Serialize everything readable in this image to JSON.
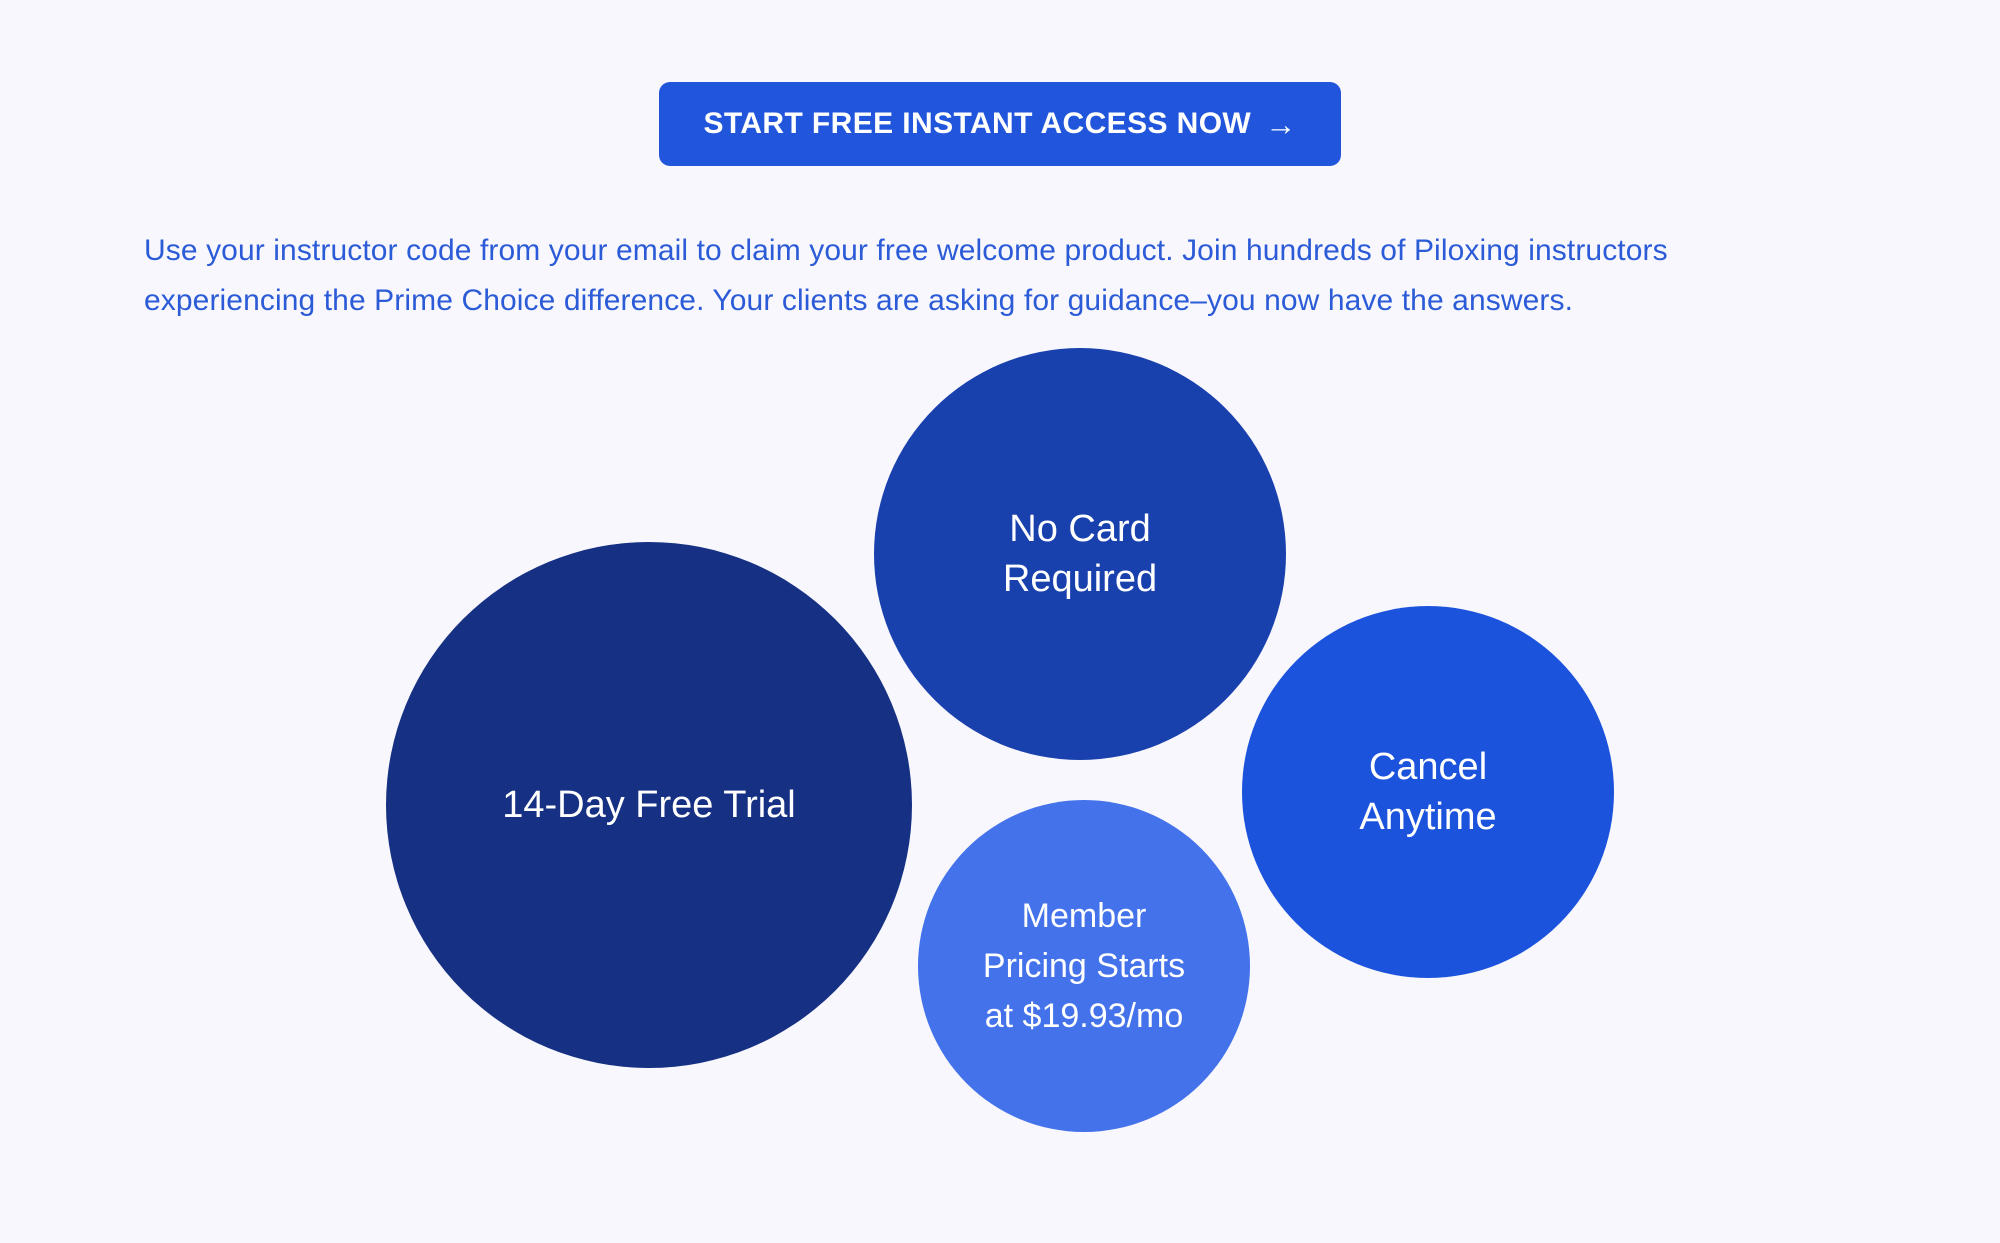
{
  "page": {
    "background_color": "#f8f7fd"
  },
  "cta": {
    "label": "START FREE INSTANT ACCESS NOW",
    "arrow_glyph": "→",
    "background_color": "#2155dc",
    "text_color": "#ffffff"
  },
  "intro": {
    "text": "Use your instructor code from your email to claim your free welcome product. Join hundreds of Piloxing instructors experiencing the Prime Choice difference. Your clients are asking for guidance–you now have the answers.",
    "text_color": "#2b5bd7"
  },
  "bubbles": [
    {
      "id": "trial",
      "label": "14-Day Free Trial",
      "color": "#163083"
    },
    {
      "id": "nocard",
      "label": "No Card\nRequired",
      "line1": "No Card",
      "line2": "Required",
      "color": "#1941ae"
    },
    {
      "id": "cancel",
      "label": "Cancel\nAnytime",
      "line1": "Cancel",
      "line2": "Anytime",
      "color": "#1b53dc"
    },
    {
      "id": "pricing",
      "label": "Member Pricing Starts at $19.93/mo",
      "line1": "Member",
      "line2": "Pricing Starts",
      "line3": "at $19.93/mo",
      "color": "#4472eb"
    }
  ]
}
